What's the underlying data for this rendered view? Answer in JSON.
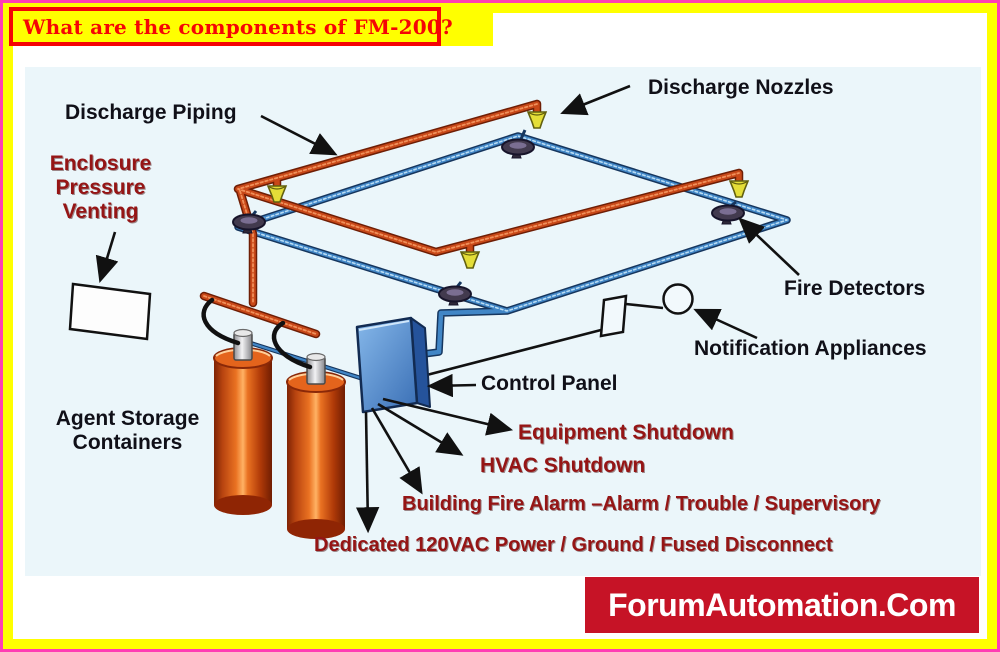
{
  "title": {
    "text": "What are the components of FM-200?"
  },
  "labels": {
    "discharge_piping": "Discharge Piping",
    "discharge_nozzles": "Discharge Nozzles",
    "enclosure_venting": "Enclosure Pressure Venting",
    "fire_detectors": "Fire Detectors",
    "notification_appliances": "Notification Appliances",
    "control_panel": "Control Panel",
    "agent_storage": "Agent Storage Containers",
    "equipment_shutdown": "Equipment Shutdown",
    "hvac_shutdown": "HVAC Shutdown",
    "building_fire_alarm": "Building Fire Alarm –Alarm / Trouble / Supervisory",
    "dedicated_power": "Dedicated 120VAC Power / Ground / Fused Disconnect"
  },
  "branding": {
    "site": "ForumAutomation.Com"
  },
  "colors": {
    "yellow_frame": "#ffff00",
    "magenta_edge": "#ff3db4",
    "title_red": "#f50505",
    "diagram_bg": "#ebf6fa",
    "pipe_red": "#c84818",
    "pipe_blue": "#4186c6",
    "nozzle_yellow": "#e4de38",
    "detector_dark": "#423a4e",
    "maroon_label": "#951515",
    "black_label": "#101018",
    "brand_bg": "#c61326",
    "brand_text": "#ffffff",
    "cylinder_orange": "#e06a1e",
    "panel_blue": "#4f8ed0"
  }
}
